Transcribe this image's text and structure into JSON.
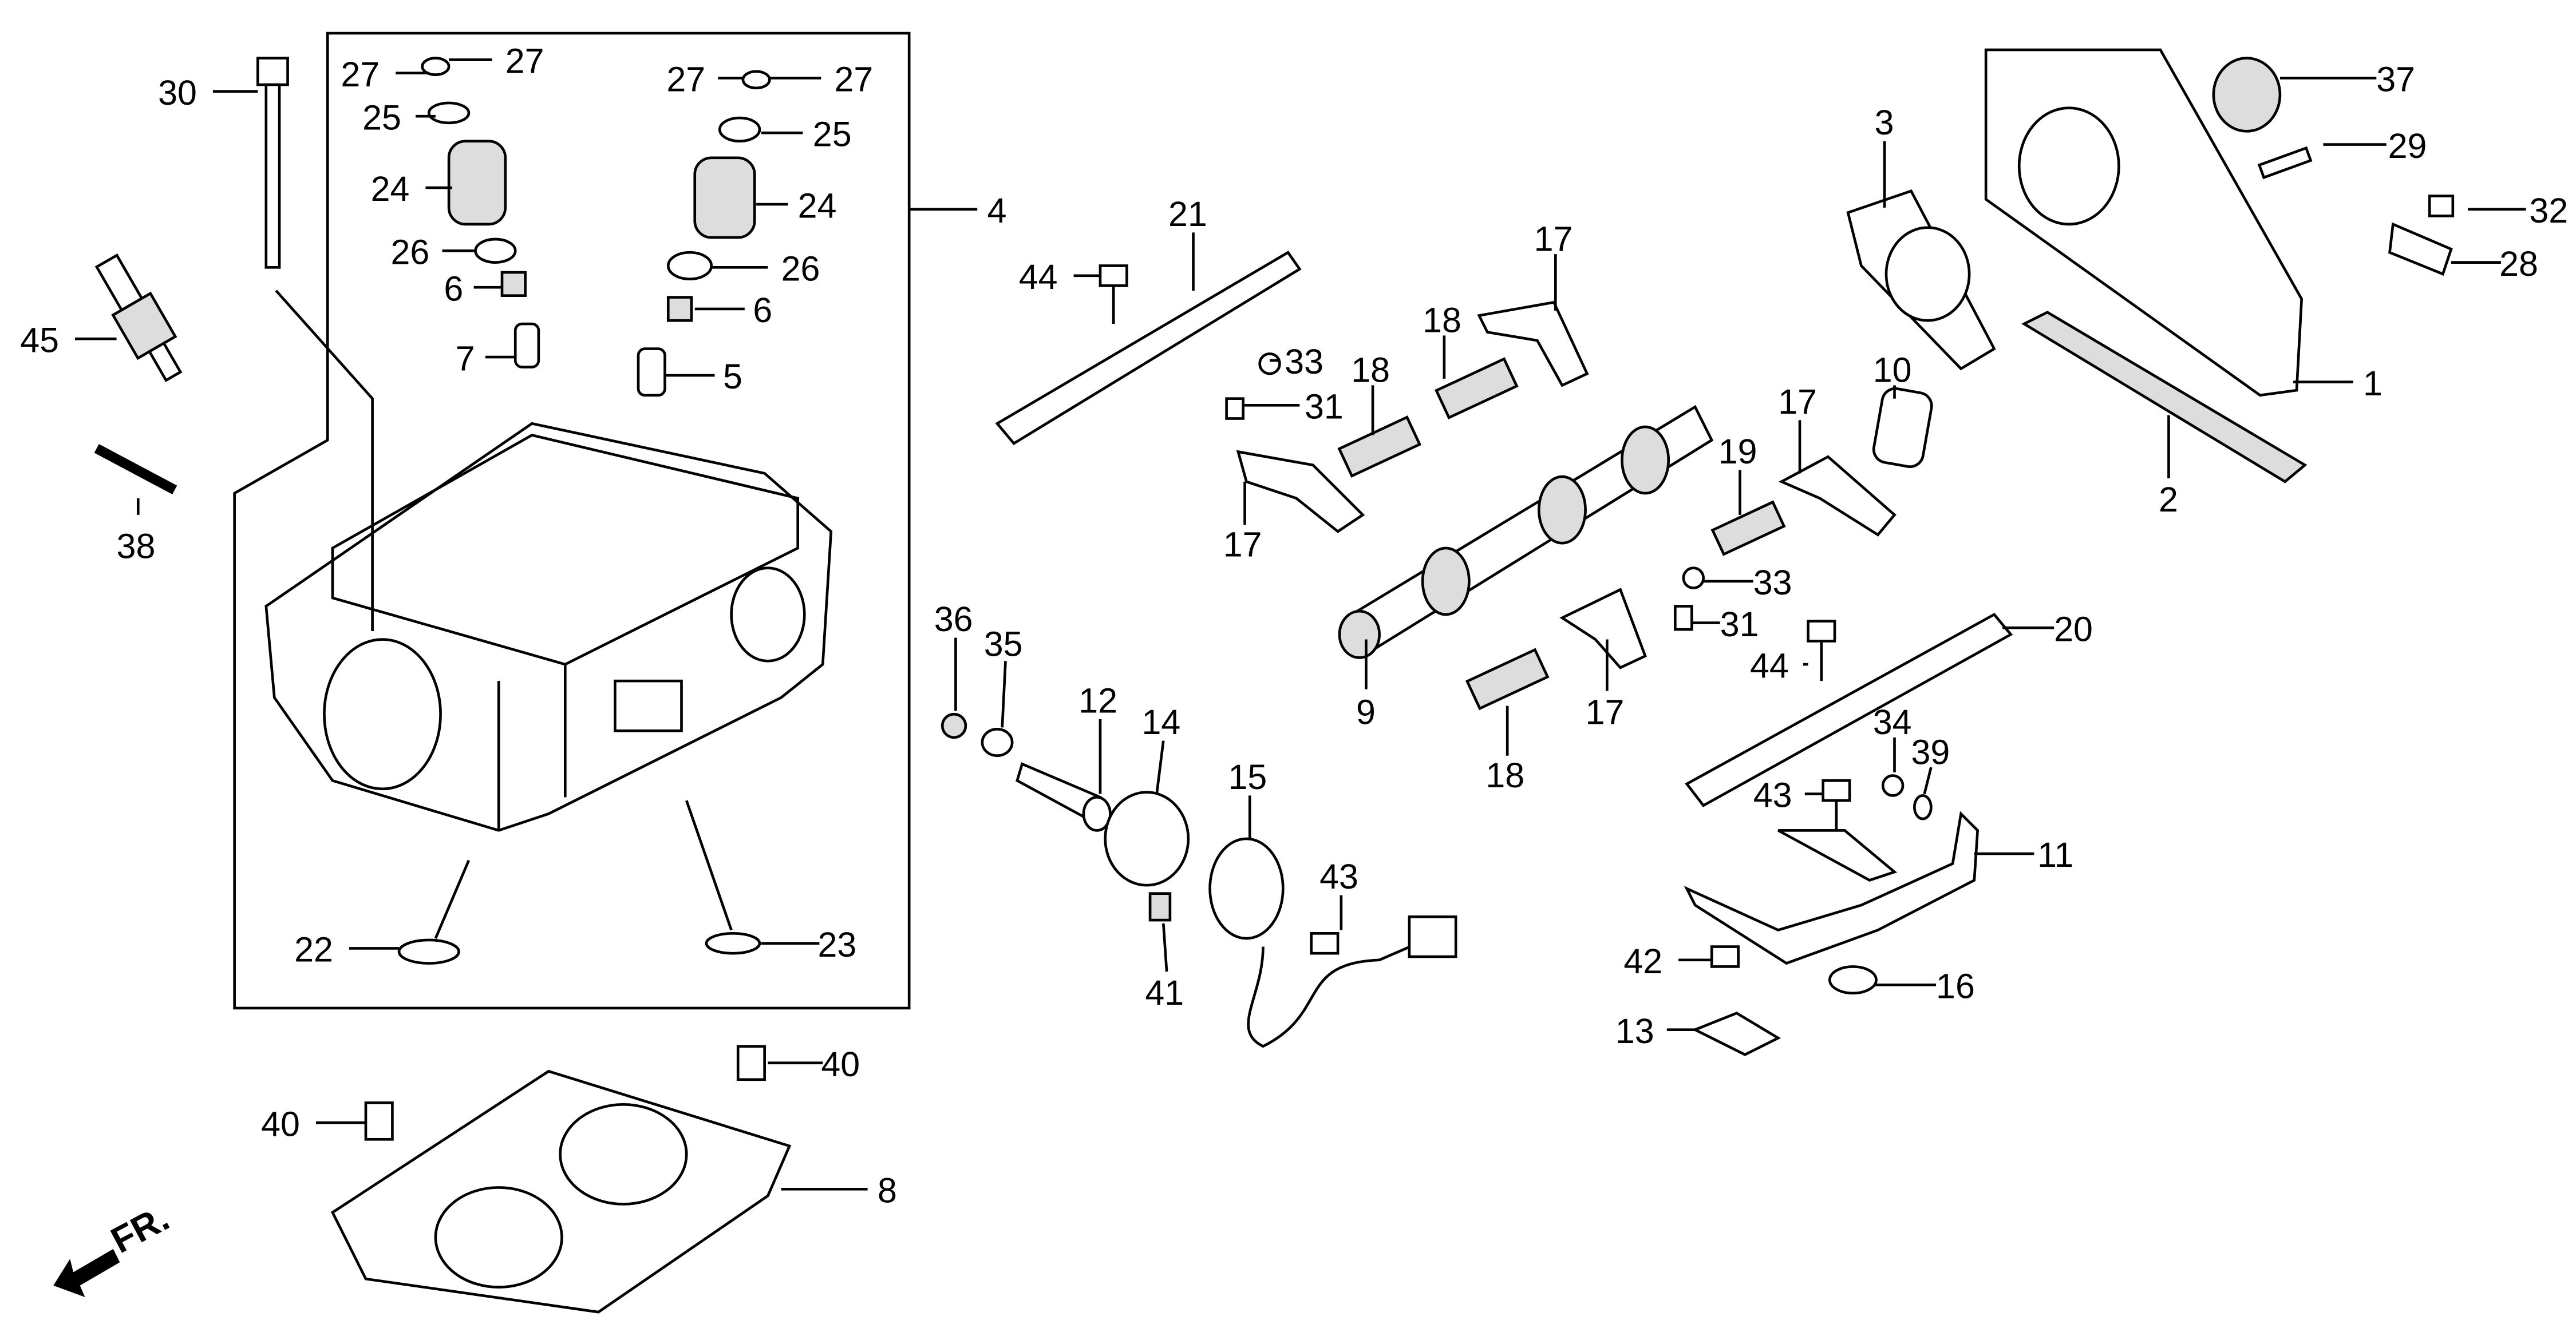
{
  "diagram_title": "",
  "direction_marker": {
    "label": "FR.",
    "icon": "front-direction-arrow-icon"
  },
  "callouts": [
    "30",
    "27",
    "27",
    "25",
    "24",
    "26",
    "6",
    "7",
    "27",
    "27",
    "25",
    "24",
    "26",
    "6",
    "5",
    "4",
    "45",
    "38",
    "21",
    "44",
    "33",
    "31",
    "18",
    "18",
    "17",
    "17",
    "9",
    "18",
    "17",
    "3",
    "37",
    "29",
    "32",
    "28",
    "1",
    "10",
    "2",
    "17",
    "19",
    "33",
    "31",
    "20",
    "44",
    "34",
    "39",
    "43",
    "11",
    "42",
    "16",
    "13",
    "36",
    "35",
    "12",
    "14",
    "15",
    "43",
    "41",
    "22",
    "23",
    "40",
    "40",
    "8"
  ],
  "colors": {
    "ink": "#000000",
    "background": "#ffffff"
  }
}
